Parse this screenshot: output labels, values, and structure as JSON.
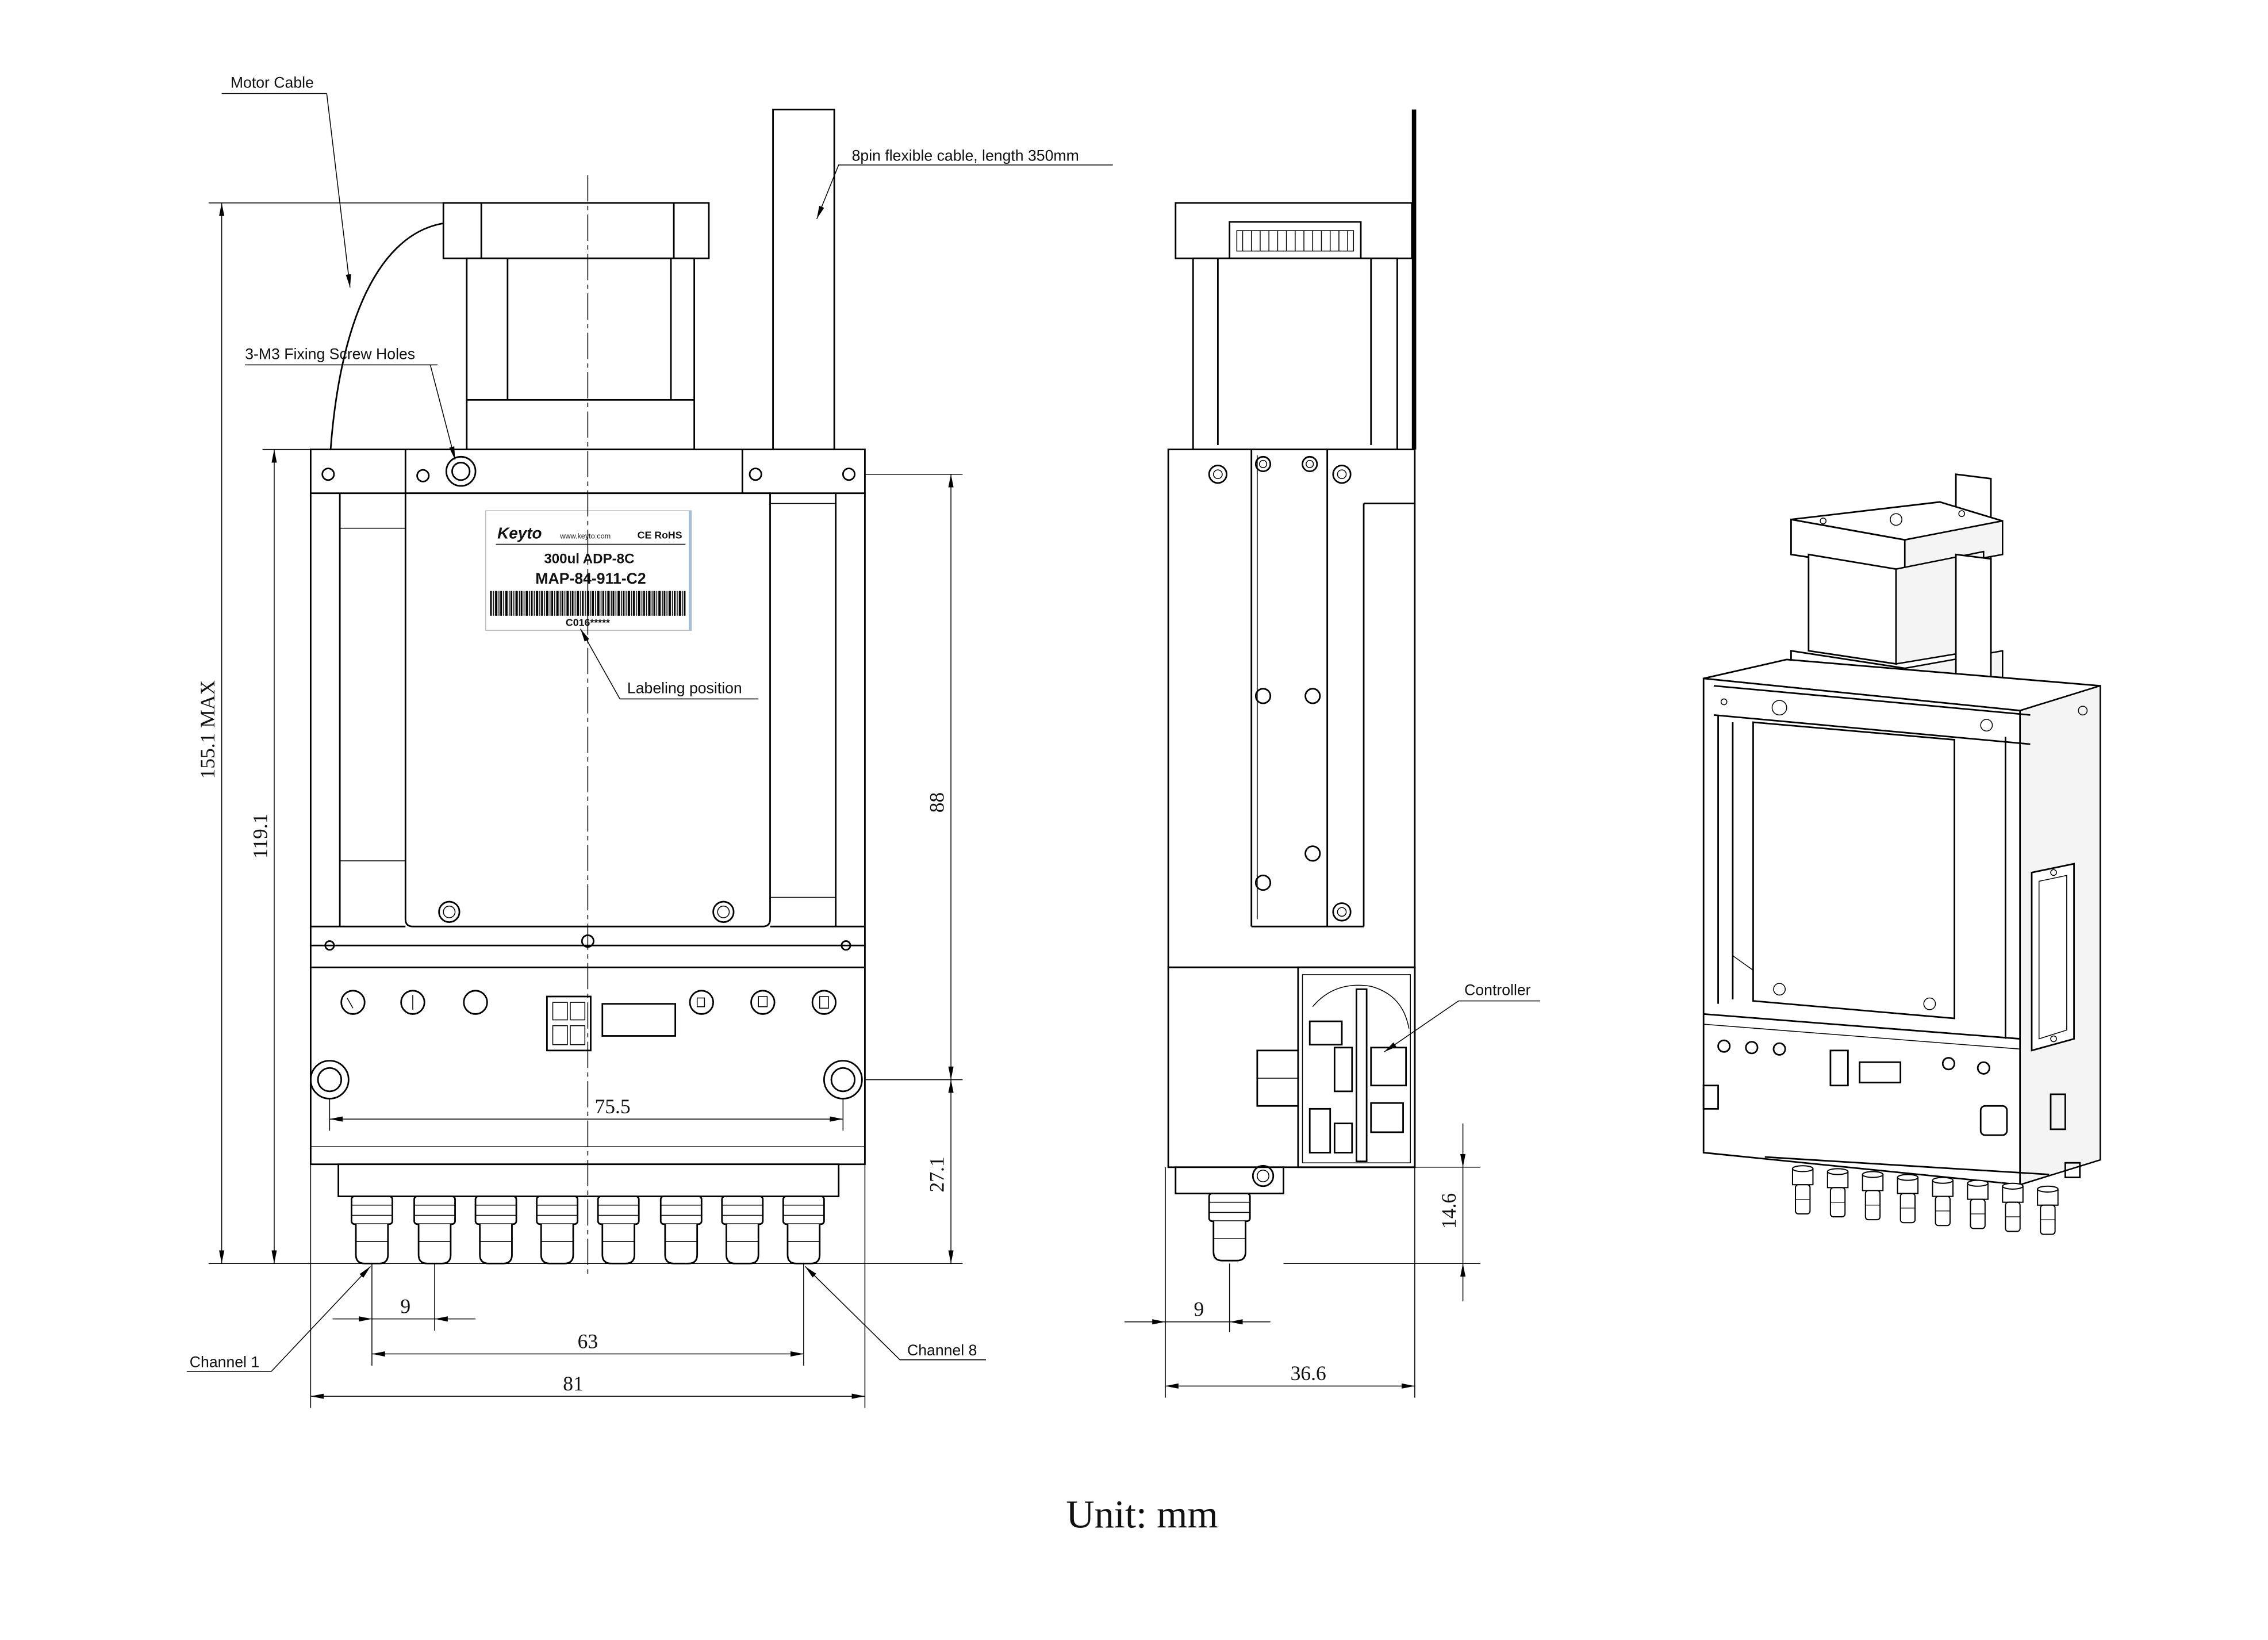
{
  "annotations": {
    "motor_cable": "Motor Cable",
    "flex_cable": "8pin flexible cable, length 350mm",
    "screw_holes": "3-M3 Fixing Screw Holes",
    "labeling_position": "Labeling position",
    "channel_1": "Channel 1",
    "channel_8": "Channel 8",
    "controller": "Controller"
  },
  "product_label": {
    "brand": "Keyto",
    "website": "www.keyto.com",
    "certifications": "CE RoHS",
    "model": "300ul ADP-8C",
    "part_number": "MAP-84-911-C2",
    "serial": "C016*****"
  },
  "dimensions": {
    "front": {
      "overall_height": "155.1 MAX",
      "body_height": "119.1",
      "upper_height": "88",
      "mount_hole_spacing": "75.5",
      "lower_height": "27.1",
      "channel_pitch": "9",
      "channel_span": "63",
      "overall_width": "81"
    },
    "side": {
      "tip_length": "14.6",
      "tip_offset": "9",
      "overall_depth": "36.6"
    }
  },
  "footer": {
    "unit": "Unit: mm"
  }
}
